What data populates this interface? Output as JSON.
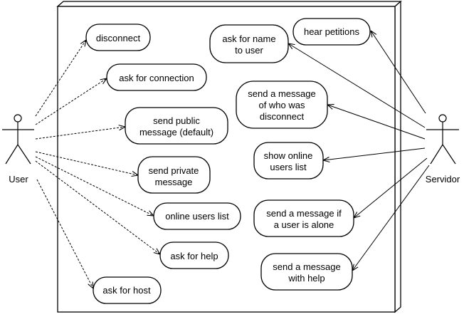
{
  "actors": {
    "user": "User",
    "server": "Servidor"
  },
  "use_cases": {
    "disconnect": [
      "disconnect"
    ],
    "ask_connection": [
      "ask for connection"
    ],
    "send_public": [
      "send public",
      "message (default)"
    ],
    "send_private": [
      "send private",
      "message"
    ],
    "online_users_list": [
      "online users list"
    ],
    "ask_help": [
      "ask for help"
    ],
    "ask_host": [
      "ask for host"
    ],
    "ask_name": [
      "ask for name",
      "to user"
    ],
    "hear_petitions": [
      "hear petitions"
    ],
    "send_disconnect_msg": [
      "send a message",
      "of who was",
      "disconnect"
    ],
    "show_online": [
      "show online",
      "users list"
    ],
    "send_alone_msg": [
      "send a message if",
      "a user is alone"
    ],
    "send_help_msg": [
      "send a message",
      "with help"
    ]
  }
}
